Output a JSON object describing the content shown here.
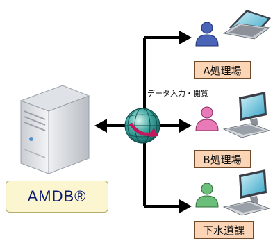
{
  "server": {
    "label": "AMDB®"
  },
  "network": {
    "caption": "データ入力・閲覧"
  },
  "sites": [
    {
      "label": "A処理場",
      "user_color": "#4a64b8",
      "device": "laptop"
    },
    {
      "label": "B処理場",
      "user_color": "#e87ab8",
      "device": "desktop"
    },
    {
      "label": "下水道課",
      "user_color": "#6cbf7a",
      "device": "desktop"
    }
  ],
  "colors": {
    "label_fill": "#fbd5b5",
    "server_label_fill": "#fbf6cf",
    "arrow": "#000000",
    "globe": "#2a8f8c"
  }
}
